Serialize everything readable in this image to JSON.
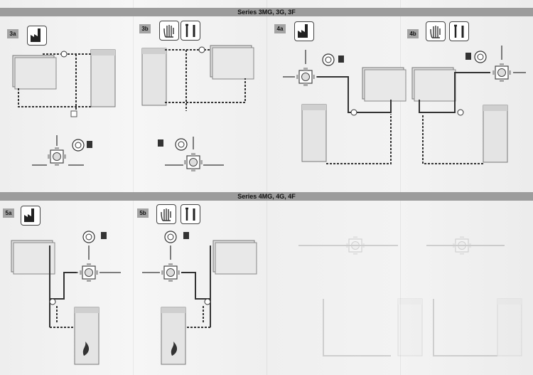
{
  "headers": {
    "top": "Series 3MG, 3G, 3F",
    "bottom": "Series 4MG, 4G, 4F"
  },
  "steps": [
    {
      "id": "3a",
      "icon": "factory-icon"
    },
    {
      "id": "3b",
      "icon": "hand-tools-icon"
    },
    {
      "id": "4a",
      "icon": "factory-icon"
    },
    {
      "id": "4b",
      "icon": "hand-tools-icon"
    },
    {
      "id": "5a",
      "icon": "factory-icon"
    },
    {
      "id": "5b",
      "icon": "hand-tools-icon"
    }
  ],
  "colors": {
    "band": "#9c9c9c",
    "tag": "#a4a4a4",
    "pipe": "#333333",
    "radiator": "#dcdcdc"
  }
}
